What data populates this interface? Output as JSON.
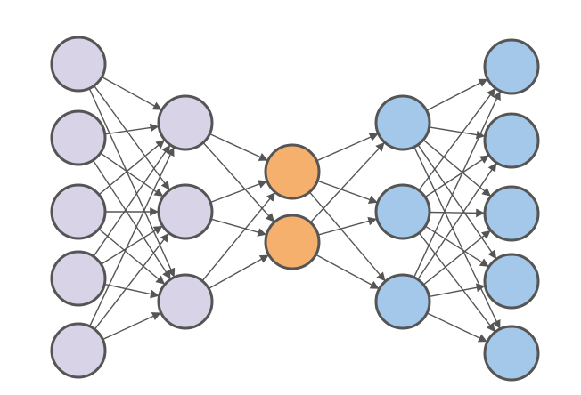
{
  "diagram": {
    "type": "autoencoder-network",
    "colors": {
      "input": "#d9d3e8",
      "encoder_hidden": "#d9d3e8",
      "bottleneck": "#f5b06e",
      "decoder_hidden": "#a3c8e9",
      "output": "#a3c8e9",
      "stroke": "#555555",
      "edge": "#555555"
    },
    "layers": [
      {
        "name": "input-layer",
        "nodes": 5,
        "color_key": "input"
      },
      {
        "name": "encoder-hidden-layer",
        "nodes": 3,
        "color_key": "encoder_hidden"
      },
      {
        "name": "bottleneck-layer",
        "nodes": 2,
        "color_key": "bottleneck"
      },
      {
        "name": "decoder-hidden-layer",
        "nodes": 3,
        "color_key": "decoder_hidden"
      },
      {
        "name": "output-layer",
        "nodes": 5,
        "color_key": "output"
      }
    ],
    "connections": "fully-connected",
    "arrowheads": true
  }
}
